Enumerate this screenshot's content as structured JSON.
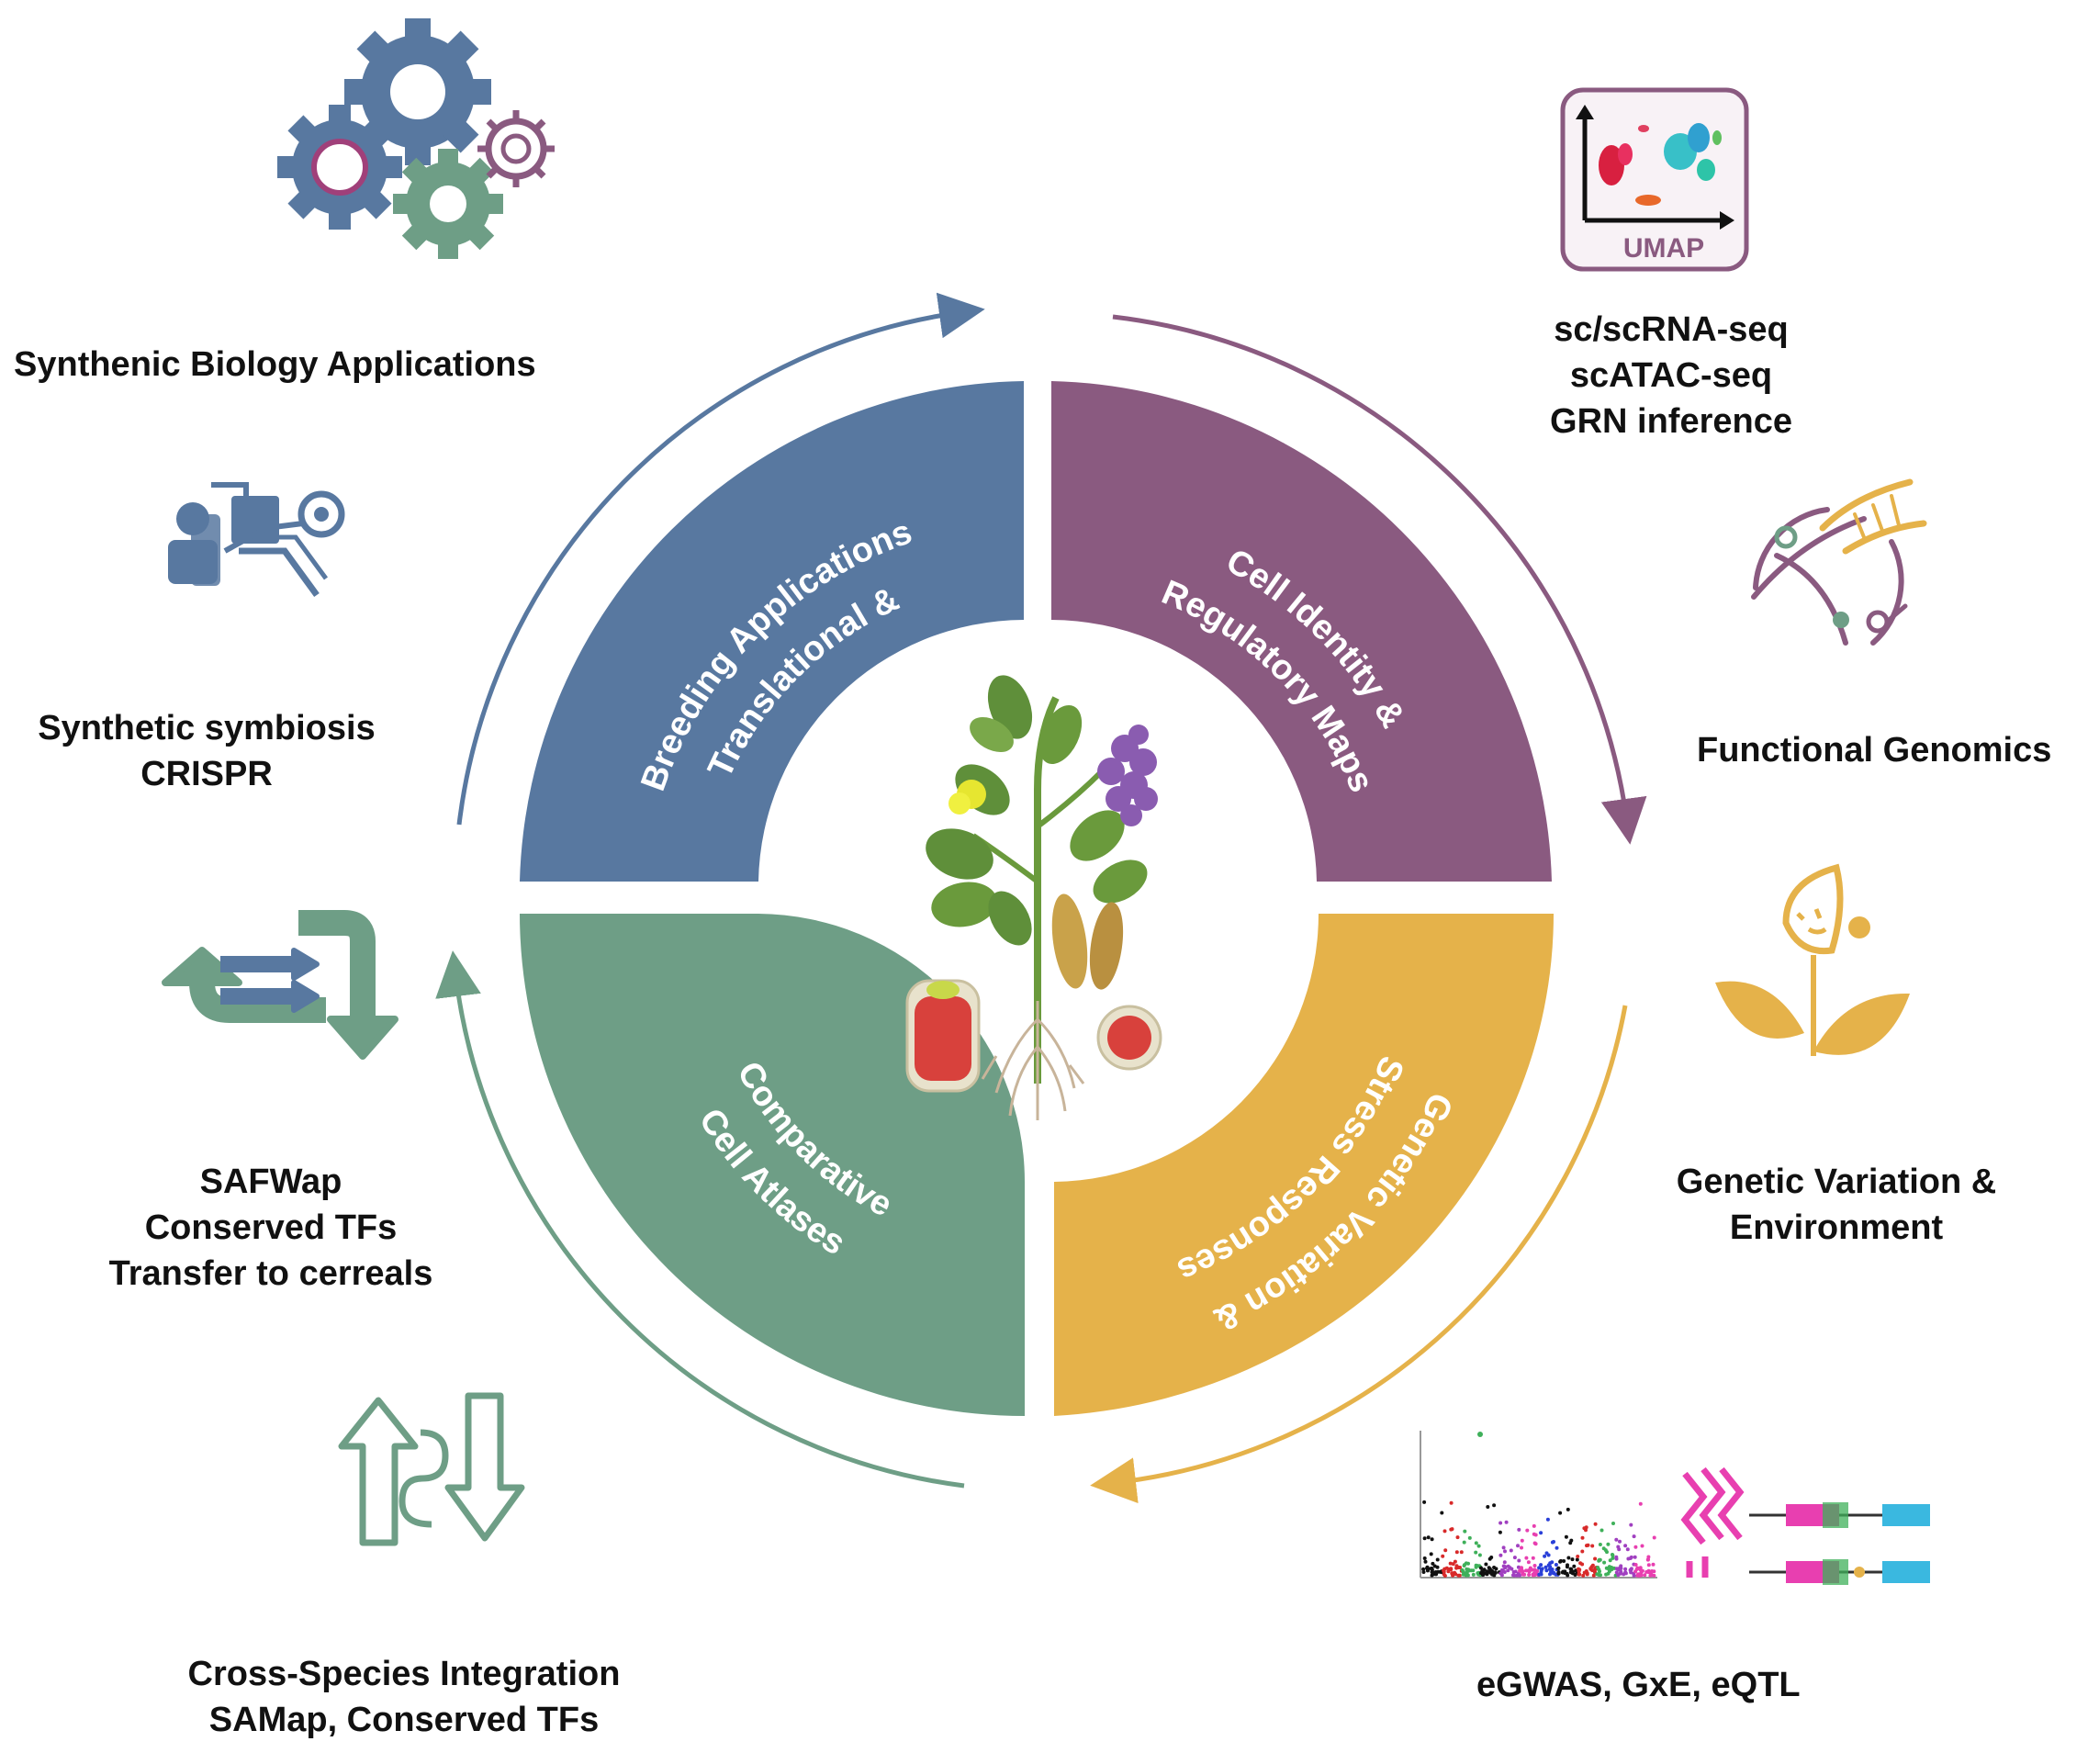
{
  "quadrants": {
    "translational": {
      "line1": "Translational &",
      "line2": "Breeding Applications",
      "color": "#5878a0"
    },
    "cell_identity": {
      "line1": "Cell Identity &",
      "line2": "Regulatory Maps",
      "color": "#8a5a80"
    },
    "genetic_variation": {
      "line1": "Genetic Variation &",
      "line2": "Stress Responses",
      "color": "#e5b24a"
    },
    "comparative": {
      "line1": "Comparative",
      "line2": "Cell Atlases",
      "color": "#6e9e86"
    }
  },
  "labels": {
    "synthetic_biology": "Synthenic Biology Applications",
    "symbiosis": [
      "Synthetic symbiosis",
      "CRISPR"
    ],
    "safwap": [
      "SAFWap",
      "Conserved TFs",
      "Transfer to cerreals"
    ],
    "cross_species": [
      "Cross-Species Integration",
      "SAMap, Conserved TFs"
    ],
    "sc_methods": [
      "sc/scRNA-seq",
      "scATAC-seq",
      "GRN inference"
    ],
    "functional_genomics": "Functional Genomics",
    "genetic_env": [
      "Genetic Variation &",
      "Environment"
    ],
    "egwas": "eGWAS, GxE, eQTL",
    "umap": "UMAP"
  },
  "icons": [
    "gears-icon",
    "umap-plot-icon",
    "dna-icon",
    "plant-growth-icon",
    "lab-workflow-icon",
    "transfer-arrows-icon",
    "cross-species-arrows-icon",
    "manhattan-plot-icon",
    "gene-structure-icon",
    "legume-plant-illustration"
  ],
  "colors": {
    "blue": "#5878a0",
    "purple": "#8a5a80",
    "gold": "#e5b24a",
    "green": "#6e9e86",
    "pink": "#e83fb0",
    "cyan": "#3ab8e0"
  }
}
